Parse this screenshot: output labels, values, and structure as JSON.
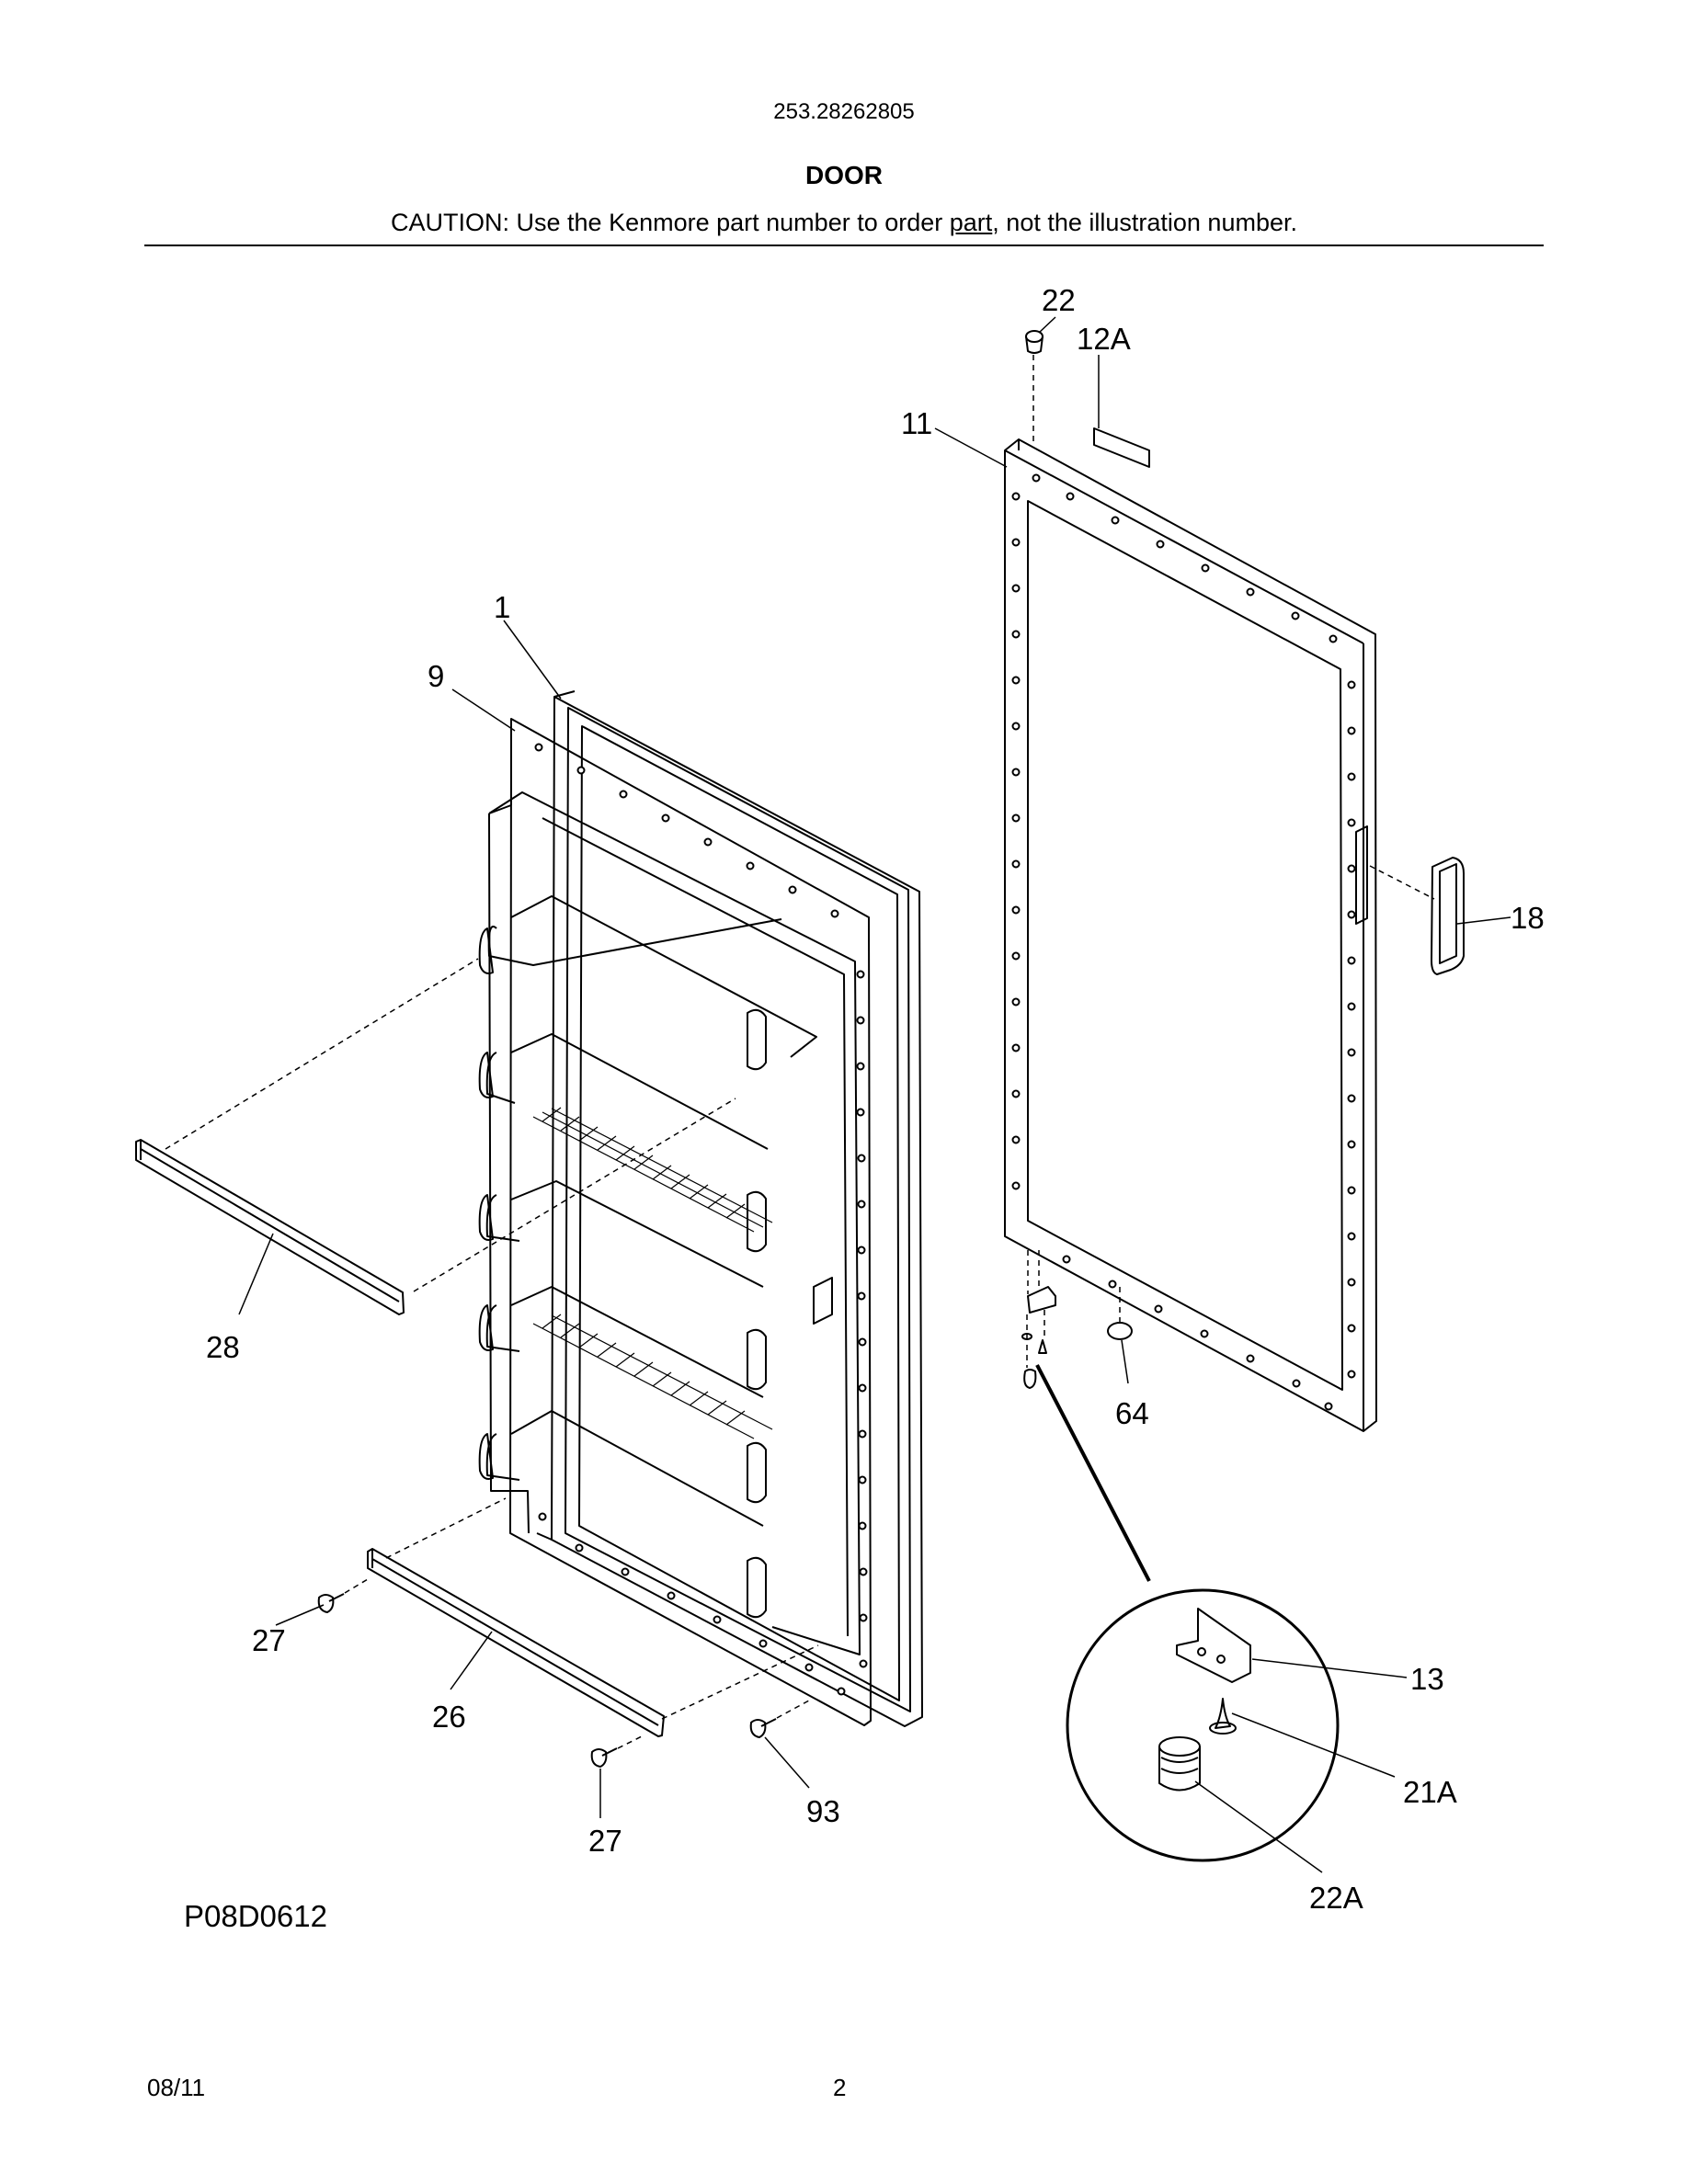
{
  "header": {
    "model_number": "253.28262805",
    "section_title": "DOOR",
    "caution_before": "CAUTION: Use the Kenmore part number to order ",
    "caution_link": "part",
    "caution_after": ", not the illustration number."
  },
  "callouts": {
    "c1": "1",
    "c9": "9",
    "c11": "11",
    "c12a": "12A",
    "c13": "13",
    "c18": "18",
    "c21a": "21A",
    "c22": "22",
    "c22a": "22A",
    "c26": "26",
    "c27a": "27",
    "c27b": "27",
    "c28": "28",
    "c64": "64",
    "c93": "93"
  },
  "footer": {
    "figure_code": "P08D0612",
    "date": "08/11",
    "page_number": "2"
  }
}
